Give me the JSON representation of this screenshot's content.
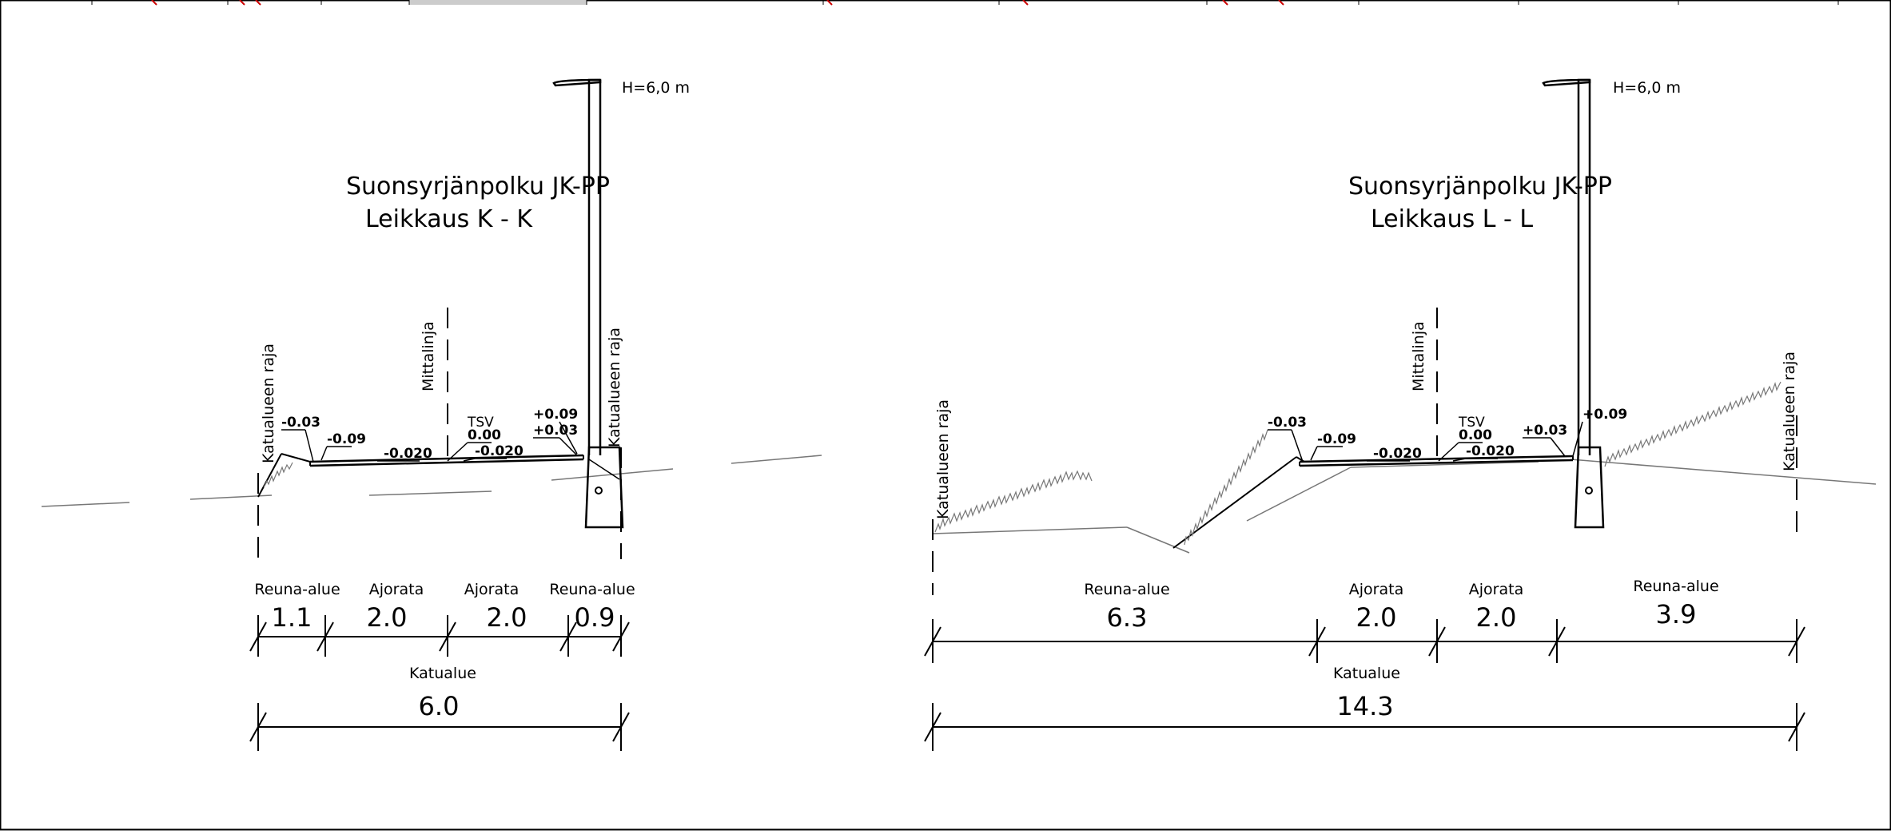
{
  "sections": [
    {
      "title": "Suonsyrjänpolku JK-PP",
      "subtitle": "Leikkaus K - K",
      "pole_label": "H=6,0 m",
      "centerline_label": "Mittalinja",
      "left_boundary_label": "Katualueen raja",
      "right_boundary_label": "Katualueen raja",
      "tsv_label": "TSV",
      "tsv_height": "0.00",
      "left_edge_top": "-0.03",
      "left_edge_bottom": "-0.09",
      "left_slope": "-0.020",
      "right_slope": "-0.020",
      "right_edge_top": "+0.09",
      "right_edge_bottom": "+0.03",
      "dims": [
        {
          "label": "Reuna-alue",
          "value": "1.1"
        },
        {
          "label": "Ajorata",
          "value": "2.0"
        },
        {
          "label": "Ajorata",
          "value": "2.0"
        },
        {
          "label": "Reuna-alue",
          "value": "0.9"
        }
      ],
      "total_label": "Katualue",
      "total_value": "6.0"
    },
    {
      "title": "Suonsyrjänpolku JK-PP",
      "subtitle": "Leikkaus L - L",
      "pole_label": "H=6,0 m",
      "centerline_label": "Mittalinja",
      "left_boundary_label": "Katualueen raja",
      "right_boundary_label": "Katualueen raja",
      "tsv_label": "TSV",
      "tsv_height": "0.00",
      "left_edge_top": "-0.03",
      "left_edge_bottom": "-0.09",
      "left_slope": "-0.020",
      "right_slope": "-0.020",
      "right_edge_top": "+0.09",
      "right_edge_bottom": "+0.03",
      "dims": [
        {
          "label": "Reuna-alue",
          "value": "6.3"
        },
        {
          "label": "Ajorata",
          "value": "2.0"
        },
        {
          "label": "Ajorata",
          "value": "2.0"
        },
        {
          "label": "Reuna-alue",
          "value": "3.9"
        }
      ],
      "total_label": "Katualue",
      "total_value": "14.3"
    }
  ],
  "colors": {
    "line": "#000000",
    "terrain": "#777777",
    "header_marks": "#cc0000",
    "header_highlight": "#cccccc"
  }
}
